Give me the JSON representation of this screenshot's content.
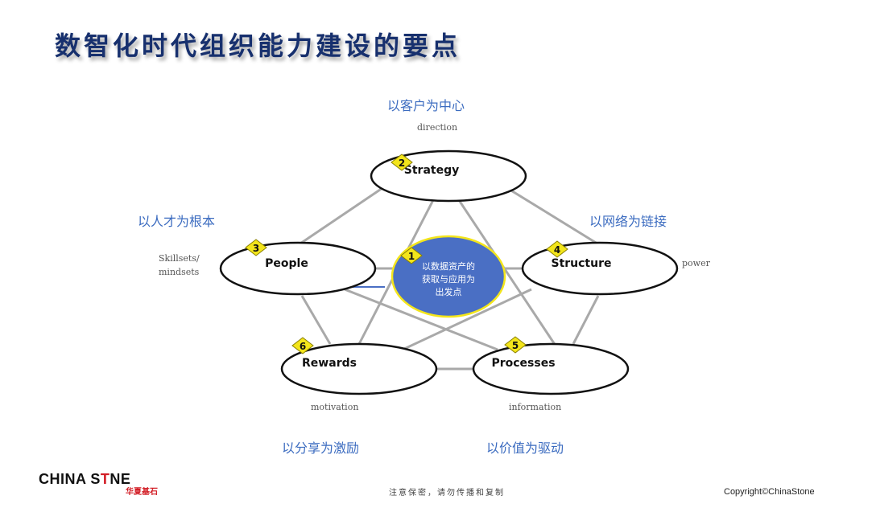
{
  "title": "数智化时代组织能力建设的要点",
  "pillars": {
    "top": "以客户为中心",
    "left": "以人才为根本",
    "right": "以网络为链接",
    "bottom_left": "以分享为激励",
    "bottom_right": "以价值为驱动"
  },
  "subs": {
    "direction": "direction",
    "skills_line1": "Skillsets/",
    "skills_line2": "mindsets",
    "power": "power",
    "motivation": "motivation",
    "information": "information"
  },
  "nodes": {
    "strategy": {
      "label": "Strategy",
      "num": "2"
    },
    "people": {
      "label": "People",
      "num": "3"
    },
    "structure": {
      "label": "Structure",
      "num": "4"
    },
    "rewards": {
      "label": "Rewards",
      "num": "6"
    },
    "processes": {
      "label": "Processes",
      "num": "5"
    },
    "center": {
      "line1": "以数据资产的",
      "line2": "获取与应用为",
      "line3": "出发点",
      "num": "1"
    }
  },
  "logo": {
    "text_a": "CHINA S",
    "text_o": "T",
    "text_b": "NE",
    "cn": "华夏基石"
  },
  "footer_note": "注意保密，请勿传播和复制",
  "copyright": "Copyright©ChinaStone",
  "colors": {
    "title": "#17306e",
    "pillar": "#3c6cc0",
    "center_fill": "#4a6fc4",
    "badge": "#f3e51b",
    "line": "#a9a9a9"
  }
}
